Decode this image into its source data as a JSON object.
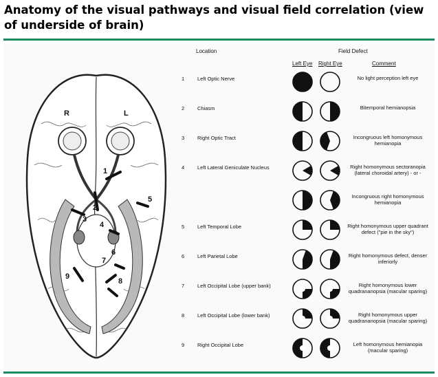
{
  "title": "Anatomy of the visual pathways and visual field correlation (view of underside of brain)",
  "figure": {
    "brain_labels": {
      "right": "R",
      "left": "L",
      "markers": [
        "1",
        "2",
        "3",
        "4",
        "5",
        "6",
        "7",
        "8",
        "9"
      ]
    },
    "table_headers": {
      "location": "Location",
      "field_defect": "Field Defect",
      "left_eye": "Left Eye",
      "right_eye": "Right Eye",
      "comment": "Comment"
    },
    "rows": [
      {
        "num": "1",
        "location": "Left Optic Nerve",
        "comment": "No light perception left eye",
        "left_defect": "full",
        "right_defect": "none"
      },
      {
        "num": "2",
        "location": "Chiasm",
        "comment": "Bitemporal hemianopsia",
        "left_defect": "left-half",
        "right_defect": "right-half"
      },
      {
        "num": "3",
        "location": "Right Optic Tract",
        "comment": "Incongruous left homonymous hemianopia",
        "left_defect": "left-half",
        "right_defect": "left-half-partial"
      },
      {
        "num": "4",
        "location": "Left Lateral Geniculate Nucleus",
        "comment": "Right homonymous sectoranopia (lateral choroidal artery) - or -",
        "left_defect": "right-sector",
        "right_defect": "right-sector"
      },
      {
        "num": "",
        "location": "",
        "comment": "Incongruous right homonymous hemianopia",
        "left_defect": "right-half",
        "right_defect": "right-half-partial"
      },
      {
        "num": "5",
        "location": "Left Temporal Lobe",
        "comment": "Right homonymous upper quadrant defect (\"pie in the sky\")",
        "left_defect": "upper-right",
        "right_defect": "upper-right"
      },
      {
        "num": "6",
        "location": "Left Parietal Lobe",
        "comment": "Right homonymous defect, denser inferiorly",
        "left_defect": "right-lower-dense",
        "right_defect": "right-lower-dense"
      },
      {
        "num": "7",
        "location": "Left Occipital Lobe (upper bank)",
        "comment": "Right homonymous lower quadrananopsia (macular sparing)",
        "left_defect": "lower-right-spared",
        "right_defect": "lower-right-spared"
      },
      {
        "num": "8",
        "location": "Left Occipital Lobe (lower bank)",
        "comment": "Right homonymous upper quadrananopsia (macular sparing)",
        "left_defect": "upper-right-spared",
        "right_defect": "upper-right-spared"
      },
      {
        "num": "9",
        "location": "Right Occipital Lobe",
        "comment": "Left homonymous hemianopia (macular sparing)",
        "left_defect": "left-half-spared",
        "right_defect": "left-half-spared"
      }
    ]
  },
  "colors": {
    "rule": "#1a8a5e",
    "fill": "#111111"
  }
}
